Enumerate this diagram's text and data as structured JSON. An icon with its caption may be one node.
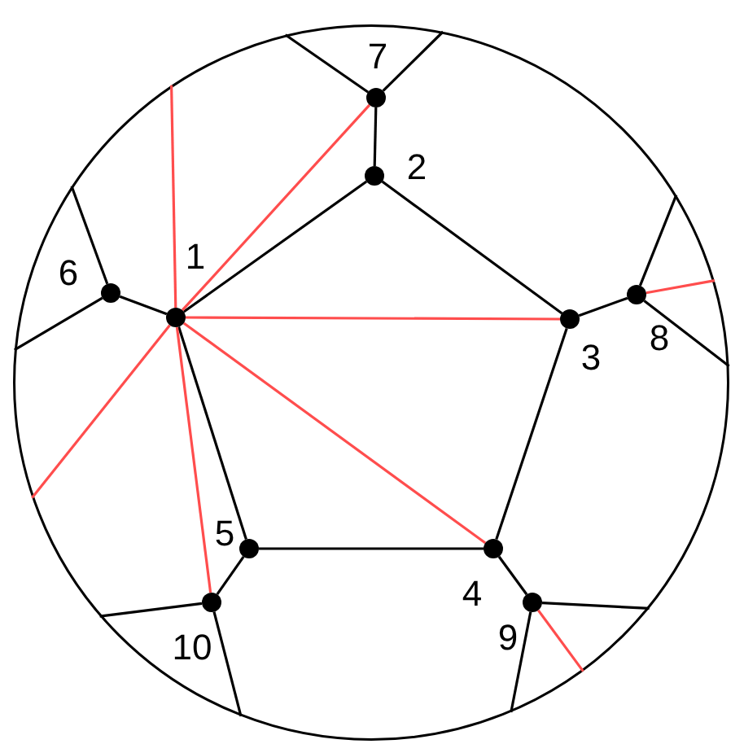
{
  "diagram": {
    "nodes": [
      {
        "text": [],
        "shape": "circle"
      },
      {
        "text": [],
        "shape": "circle",
        "in": 0,
        "beside": [
          "1"
        ]
      },
      {
        "text": [],
        "shape": "circle",
        "in": 0,
        "beside": [
          "2"
        ]
      },
      {
        "text": [],
        "shape": "circle",
        "in": 0,
        "beside": [
          "3"
        ]
      },
      {
        "text": [],
        "shape": "circle",
        "in": 0,
        "beside": [
          "4"
        ]
      },
      {
        "text": [],
        "shape": "circle",
        "in": 0,
        "beside": [
          "5"
        ]
      },
      {
        "text": [],
        "shape": "circle",
        "in": 0,
        "beside": [
          "6"
        ]
      },
      {
        "text": [],
        "shape": "circle",
        "in": 0,
        "beside": [
          "7"
        ]
      },
      {
        "text": [],
        "shape": "circle",
        "in": 0,
        "beside": [
          "8"
        ]
      },
      {
        "text": [],
        "shape": "circle",
        "in": 0,
        "beside": [
          "9"
        ]
      },
      {
        "text": [],
        "shape": "circle",
        "in": 0,
        "beside": [
          "10"
        ]
      }
    ],
    "edges": [
      {
        "from": 1,
        "to": 2,
        "arrow": "none"
      },
      {
        "from": 2,
        "to": 3,
        "arrow": "none"
      },
      {
        "from": 3,
        "to": 4,
        "arrow": "none"
      },
      {
        "from": 4,
        "to": 5,
        "arrow": "none"
      },
      {
        "from": 5,
        "to": 1,
        "arrow": "none"
      },
      {
        "from": 2,
        "to": 7,
        "arrow": "none"
      },
      {
        "from": 3,
        "to": 8,
        "arrow": "none"
      },
      {
        "from": 4,
        "to": 9,
        "arrow": "none"
      },
      {
        "from": 5,
        "to": 10,
        "arrow": "none"
      },
      {
        "from": 1,
        "to": 6,
        "arrow": "none"
      },
      {
        "from": 7,
        "to": 0,
        "arrow": "none"
      },
      {
        "from": 7,
        "to": 0,
        "arrow": "none"
      },
      {
        "from": 6,
        "to": 0,
        "arrow": "none"
      },
      {
        "from": 6,
        "to": 0,
        "arrow": "none"
      },
      {
        "from": 8,
        "to": 0,
        "arrow": "none"
      },
      {
        "from": 8,
        "to": 0,
        "arrow": "none"
      },
      {
        "from": 9,
        "to": 0,
        "arrow": "none"
      },
      {
        "from": 9,
        "to": 0,
        "arrow": "none"
      },
      {
        "from": 10,
        "to": 0,
        "arrow": "none"
      },
      {
        "from": 10,
        "to": 0,
        "arrow": "none"
      },
      {
        "from": 1,
        "to": 7,
        "arrow": "none",
        "color": "#ff4d4d"
      },
      {
        "from": 1,
        "to": 3,
        "arrow": "none",
        "color": "#ff4d4d"
      },
      {
        "from": 1,
        "to": 4,
        "arrow": "none",
        "color": "#ff4d4d"
      },
      {
        "from": 1,
        "to": 10,
        "arrow": "none",
        "color": "#ff4d4d"
      },
      {
        "from": 1,
        "to": 0,
        "arrow": "none",
        "color": "#ff4d4d"
      },
      {
        "from": 1,
        "to": 0,
        "arrow": "none",
        "color": "#ff4d4d"
      },
      {
        "from": 8,
        "to": 0,
        "arrow": "none",
        "color": "#ff4d4d"
      },
      {
        "from": 9,
        "to": 0,
        "arrow": "none",
        "color": "#ff4d4d"
      }
    ]
  }
}
